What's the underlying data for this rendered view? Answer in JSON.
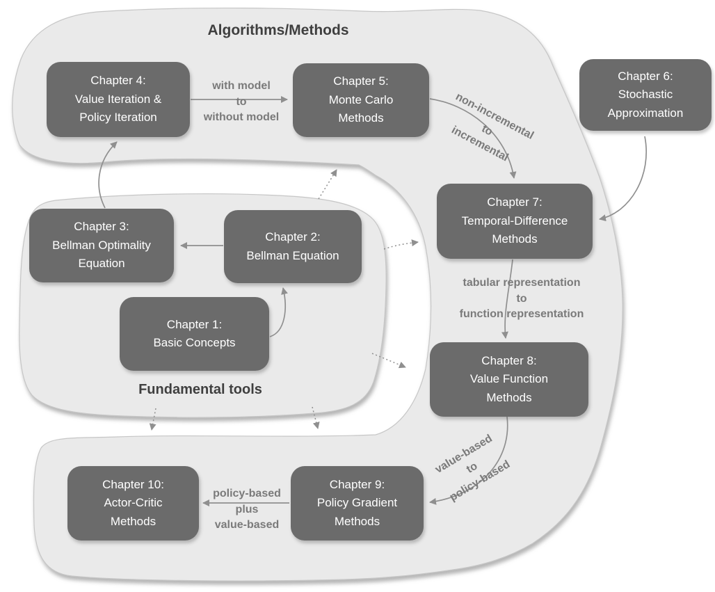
{
  "titles": {
    "algorithms": "Algorithms/Methods",
    "fundamental": "Fundamental tools"
  },
  "chapters": {
    "ch1": "Chapter 1:\nBasic Concepts",
    "ch2": "Chapter 2:\nBellman Equation",
    "ch3": "Chapter 3:\nBellman Optimality\nEquation",
    "ch4": "Chapter 4:\nValue Iteration &\nPolicy Iteration",
    "ch5": "Chapter 5:\nMonte Carlo\nMethods",
    "ch6": "Chapter 6:\nStochastic\nApproximation",
    "ch7": "Chapter 7:\nTemporal-Difference\nMethods",
    "ch8": "Chapter 8:\nValue Function\nMethods",
    "ch9": "Chapter 9:\nPolicy Gradient\nMethods",
    "ch10": "Chapter 10:\nActor-Critic\nMethods"
  },
  "edge_labels": {
    "ch4_ch5": "with model\nto\nwithout model",
    "ch5_ch7": "non-incremental\nto\nincremental",
    "ch7_ch8": "tabular representation\nto\nfunction representation",
    "ch8_ch9": "value-based\nto\npolicy-based",
    "ch9_ch10": "policy-based\nplus\nvalue-based"
  },
  "colors": {
    "node_fill": "#6b6b6b",
    "node_text": "#ffffff",
    "region_fill": "#eaeaea",
    "region_edge": "#c6c6c6",
    "arrow": "#8f8f8f",
    "edge_label_text": "#7a7a7a",
    "title_text": "#3f3f3f"
  }
}
